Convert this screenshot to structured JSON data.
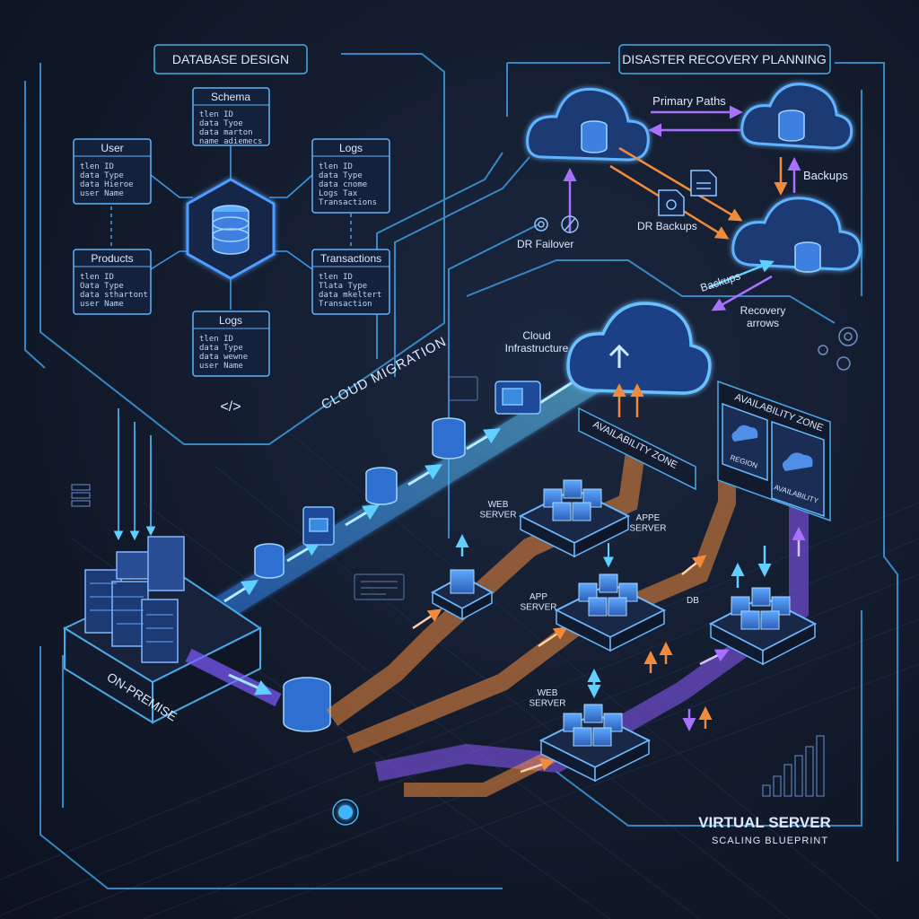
{
  "database_design": {
    "title": "DATABASE DESIGN",
    "tables": [
      {
        "name": "Schema",
        "fields": [
          "tlen ID",
          "data Tyoe",
          "data marton",
          "name adiemecs"
        ]
      },
      {
        "name": "User",
        "fields": [
          "tlen ID",
          "data Type",
          "data Hieroe",
          "user Name"
        ]
      },
      {
        "name": "Logs",
        "fields": [
          "tlen ID",
          "data Type",
          "data cnome",
          "Logs Tax",
          "Transactions"
        ]
      },
      {
        "name": "Products",
        "fields": [
          "tlen ID",
          "Oata Type",
          "data sthartont",
          "user Name"
        ]
      },
      {
        "name": "Transactions",
        "fields": [
          "tlen ID",
          "Tlata Type",
          "data mkeltert",
          "Transaction"
        ]
      },
      {
        "name": "Logs",
        "fields": [
          "tlen ID",
          "data Type",
          "data wewne",
          "user Name"
        ]
      }
    ],
    "code_glyph": "</>"
  },
  "disaster_recovery": {
    "title": "DISASTER RECOVERY PLANNING",
    "labels": {
      "primary_paths": "Primary Paths",
      "backups_right": "Backups",
      "dr_backups": "DR Backups",
      "dr_failover": "DR Failover",
      "backups_diag": "Backups",
      "recovery_arrows": "Recovery\narrows"
    }
  },
  "migration": {
    "cloud_migration": "CLOUD MIGRATION",
    "cloud_infrastructure": "Cloud\nInfrastructure",
    "on_premise": "ON-PREMISE"
  },
  "availability": {
    "zone_banner": "AVAILABILITY ZONE",
    "zone_panel_title": "AVAILABILITY ZONE",
    "region_label": "REGION",
    "availability_label": "AVAILABILITY"
  },
  "servers": {
    "web_server_top": "WEB\nSERVER",
    "app_server_top": "APPE\nSERVER",
    "app_server_mid": "APP\nSERVER",
    "db": "DB",
    "web_server_bottom": "WEB\nSERVER"
  },
  "footer": {
    "title": "VIRTUAL SERVER",
    "subtitle": "SCALING BLUEPRINT"
  },
  "colors": {
    "cyan": "#3fc6ff",
    "blue": "#3b7bff",
    "orange": "#f08a3c",
    "purple": "#9a5cff",
    "line": "#4aa9e8"
  }
}
